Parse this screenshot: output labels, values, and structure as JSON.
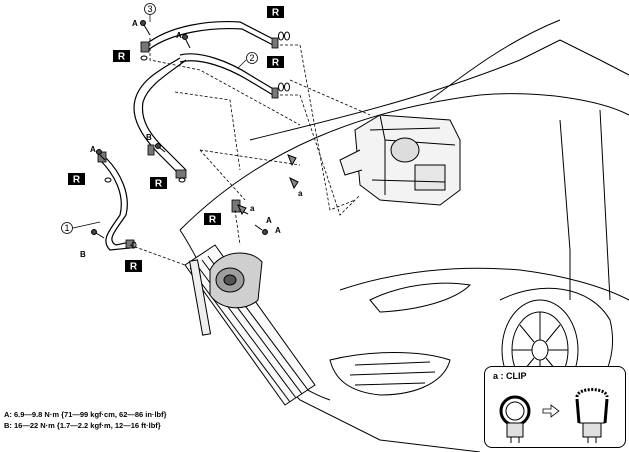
{
  "callouts": {
    "r": "R",
    "a": "A",
    "b": "B",
    "a_clip_ref": "a",
    "part_1": "1",
    "part_2": "2",
    "part_3": "3"
  },
  "torque_specs": {
    "a": "A: 6.9—9.8 N·m {71—99 kgf·cm, 62—86 in·lbf}",
    "b": "B: 16—22 N·m {1.7—2.2 kgf·m, 12—16 ft·lbf}"
  },
  "clip_inset": {
    "title": "a : CLIP"
  }
}
